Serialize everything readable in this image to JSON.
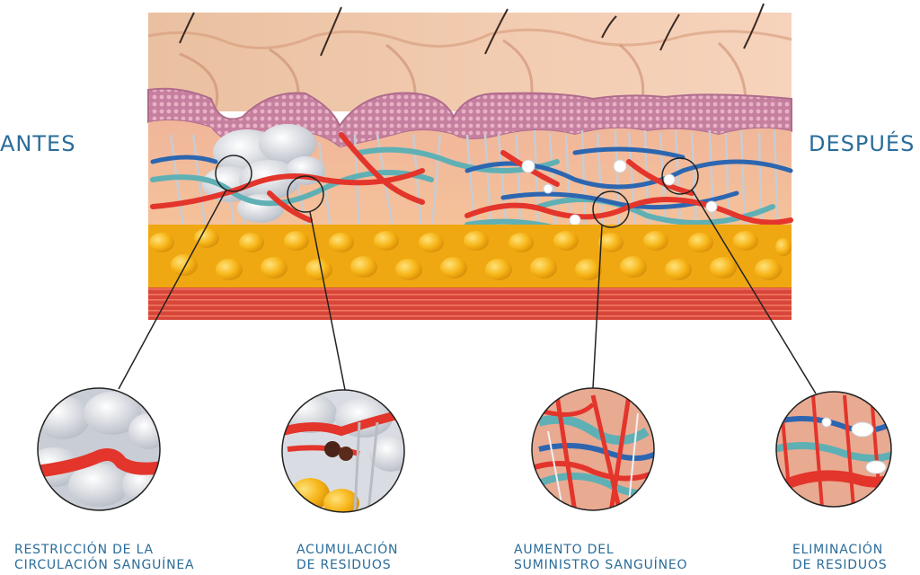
{
  "labels": {
    "before": "ANTES",
    "after": "DESPUÉS"
  },
  "captions": [
    {
      "line1": "RESTRICCIÓN DE LA",
      "line2": "CIRCULACIÓN SANGUÍNEA"
    },
    {
      "line1": "ACUMULACIÓN",
      "line2": "DE RESIDUOS"
    },
    {
      "line1": "AUMENTO DEL",
      "line2": "SUMINISTRO SANGUÍNEO"
    },
    {
      "line1": "ELIMINACIÓN",
      "line2": "DE RESIDUOS"
    }
  ],
  "colors": {
    "label_text": "#2a6c99",
    "skin": "#f2c9a8",
    "epidermis": "#c98aa6",
    "artery": "#e3352b",
    "vein": "#2d66b0",
    "lymph": "#5fb0b5",
    "fat": "#f7b417",
    "muscle": "#d9493a",
    "fibers": "#cfd2d8"
  }
}
